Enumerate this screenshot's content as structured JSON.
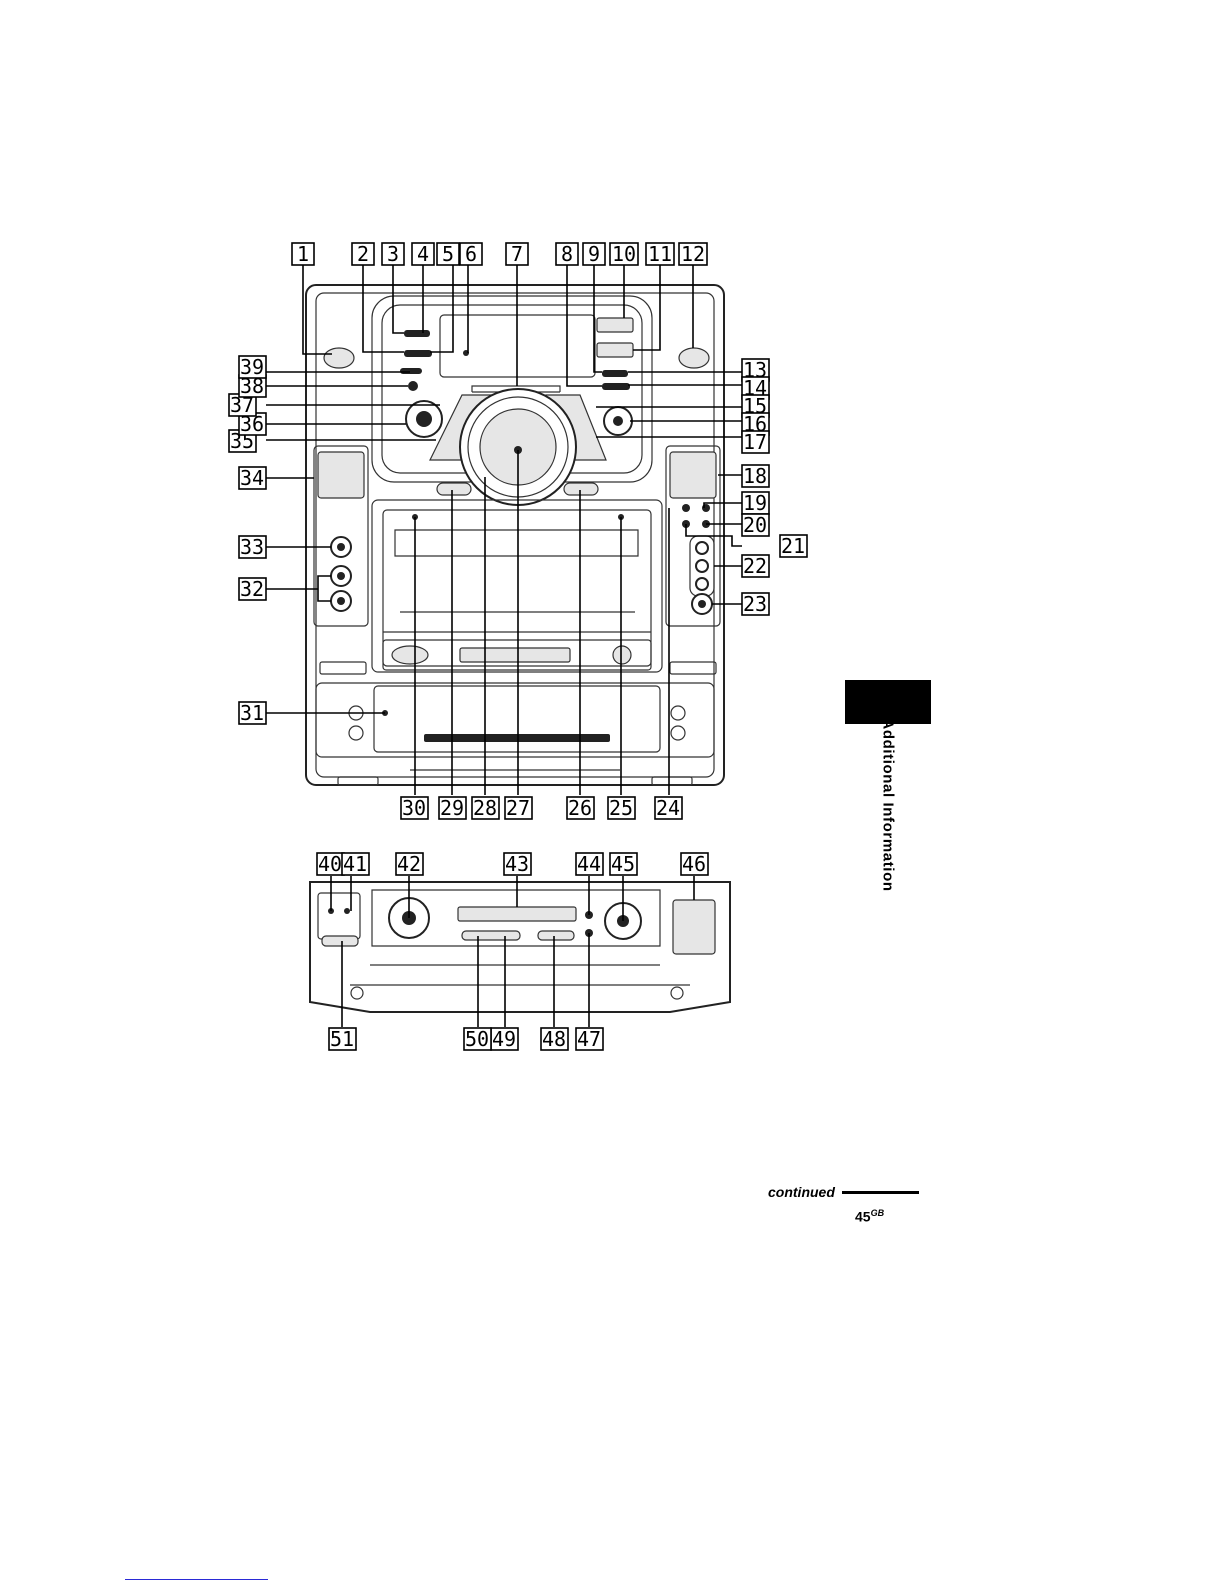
{
  "section_label": "Additional Information",
  "continued_label": "continued",
  "page": {
    "number": "45",
    "suffix": "GB"
  },
  "callouts": [
    "1",
    "2",
    "3",
    "4",
    "5",
    "6",
    "7",
    "8",
    "9",
    "10",
    "11",
    "12",
    "13",
    "14",
    "15",
    "16",
    "17",
    "18",
    "19",
    "20",
    "21",
    "22",
    "23",
    "24",
    "25",
    "26",
    "27",
    "28",
    "29",
    "30",
    "31",
    "32",
    "33",
    "34",
    "35",
    "36",
    "37",
    "38",
    "39",
    "40",
    "41",
    "42",
    "43",
    "44",
    "45",
    "46",
    "47",
    "48",
    "49",
    "50",
    "51"
  ],
  "colors": {
    "line": "#000000",
    "tab": "#000000",
    "link": "#2a2ad6"
  }
}
